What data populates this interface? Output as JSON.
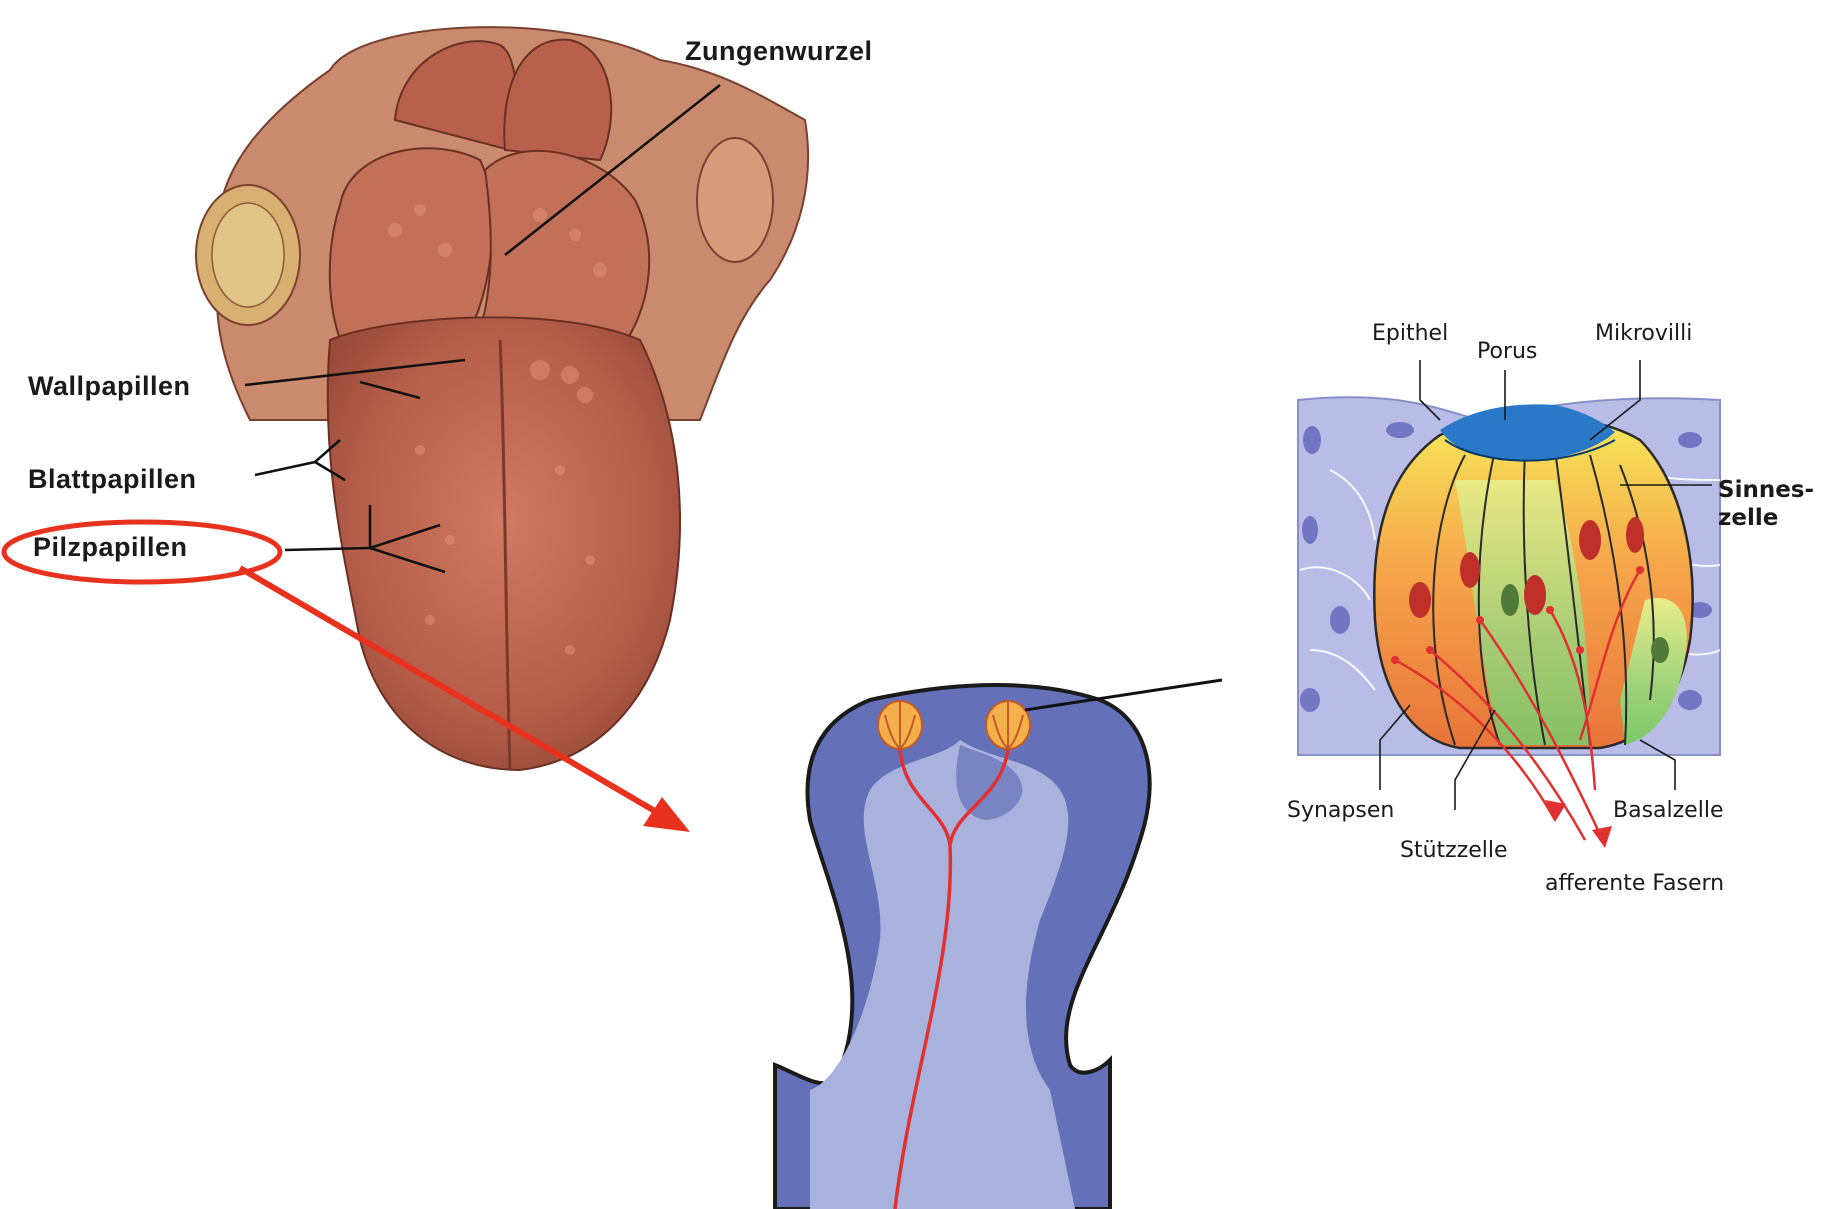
{
  "tongue_labels": {
    "root": "Zungenwurzel",
    "circumvallate": "Wallpapillen",
    "foliate": "Blattpapillen",
    "fungiform": "Pilzpapillen"
  },
  "taste_bud_labels": {
    "epithelium": "Epithel",
    "pore": "Porus",
    "microvilli": "Mikrovilli",
    "sensory_cell_line1": "Sinnes-",
    "sensory_cell_line2": "zelle",
    "synapses": "Synapsen",
    "supporting_cell": "Stützzelle",
    "basal_cell": "Basalzelle",
    "afferent_fibers": "afferente Fasern"
  },
  "colors": {
    "highlight": "#e8321e",
    "tongue": "#c26a55",
    "tissue_dark": "#6470b8",
    "tissue_light": "#a9b2dc",
    "pore": "#2a78c8",
    "nerve": "#e03030"
  }
}
